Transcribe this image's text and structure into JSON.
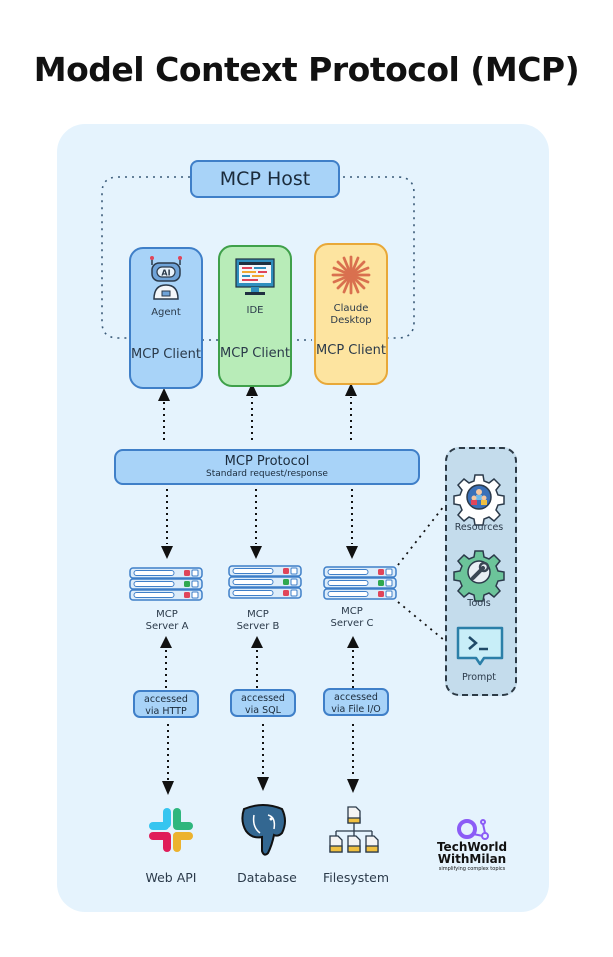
{
  "title": "Model Context Protocol (MCP)",
  "host": {
    "label": "MCP Host"
  },
  "clients": [
    {
      "name": "Agent",
      "label": "MCP Client",
      "icon": "robot-ai-icon",
      "fill": "#a8d3f8",
      "border": "#3f7fc8"
    },
    {
      "name": "IDE",
      "label": "MCP Client",
      "icon": "ide-monitor-icon",
      "fill": "#b8ecb8",
      "border": "#3fa04a"
    },
    {
      "name": "Claude Desktop",
      "label": "MCP Client",
      "icon": "claude-starburst-icon",
      "fill": "#fde4a0",
      "border": "#e8a838"
    }
  ],
  "protocol": {
    "title": "MCP Protocol",
    "subtitle": "Standard request/response"
  },
  "servers": [
    {
      "line1": "MCP",
      "line2": "Server A",
      "leds": [
        "red",
        "green",
        "red"
      ]
    },
    {
      "line1": "MCP",
      "line2": "Server B",
      "leds": [
        "red",
        "green",
        "red"
      ]
    },
    {
      "line1": "MCP",
      "line2": "Server C",
      "leds": [
        "red",
        "green",
        "red"
      ]
    }
  ],
  "access": [
    {
      "line1": "accessed",
      "line2": "via HTTP"
    },
    {
      "line1": "accessed",
      "line2": "via SQL"
    },
    {
      "line1": "accessed",
      "line2": "via File I/O"
    }
  ],
  "capabilities": [
    {
      "label": "Resources",
      "icon": "resources-gear-icon"
    },
    {
      "label": "Tools",
      "icon": "tools-gear-icon"
    },
    {
      "label": "Prompt",
      "icon": "prompt-terminal-icon"
    }
  ],
  "backends": [
    {
      "label": "Web API",
      "icon": "slack-logo-icon"
    },
    {
      "label": "Database",
      "icon": "postgres-elephant-icon"
    },
    {
      "label": "Filesystem",
      "icon": "file-tree-icon"
    }
  ],
  "brand": {
    "line1": "TechWorld",
    "line2": "WithMilan",
    "tagline": "simplifying complex topics",
    "accent": "#8b5cf6"
  },
  "colors": {
    "panel": "#e5f3fd",
    "box_blue": "#a8d3f8",
    "box_border": "#3f7fc8",
    "led_red": "#e0455a",
    "led_green": "#2fa84f"
  }
}
